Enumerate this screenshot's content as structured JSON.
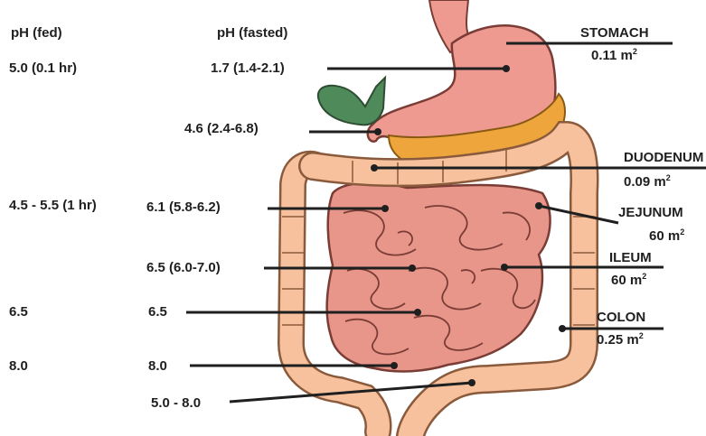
{
  "headers": {
    "fed": "pH (fed)",
    "fasted": "pH (fasted)"
  },
  "segments": [
    {
      "name": "STOMACH",
      "area_value": "0.11 m",
      "area_unit_exp": "2",
      "ph_fed": "5.0 (0.1 hr)",
      "ph_fasted": "1.7 (1.4-2.1)"
    },
    {
      "name": "DUODENUM",
      "area_value": "0.09 m",
      "area_unit_exp": "2",
      "ph_fed": "",
      "ph_fasted": ""
    },
    {
      "name": "JEJUNUM",
      "area_value": "60 m",
      "area_unit_exp": "2",
      "ph_fed": "4.5 - 5.5 (1 hr)",
      "ph_fasted": "6.1 (5.8-6.2)"
    },
    {
      "name": "ILEUM",
      "area_value": "60 m",
      "area_unit_exp": "2",
      "ph_fed": "",
      "ph_fasted": "6.5 (6.0-7.0)"
    },
    {
      "name": "COLON",
      "area_value": "0.25 m",
      "area_unit_exp": "2",
      "ph_fed": "6.5",
      "ph_fasted": "6.5"
    }
  ],
  "other_ph": {
    "gallbladder_fasted": "4.6 (2.4-6.8)",
    "descending_fed": "8.0",
    "descending_fasted": "8.0",
    "rectum_fasted": "5.0 - 8.0"
  },
  "colors": {
    "stomach": "#ee9a90",
    "stomach_outline": "#7a3d35",
    "intestine": "#e8958a",
    "colon": "#f6c19c",
    "pancreas": "#eea63c",
    "gallbladder": "#4f8a5a",
    "line": "#1f1f1f"
  }
}
